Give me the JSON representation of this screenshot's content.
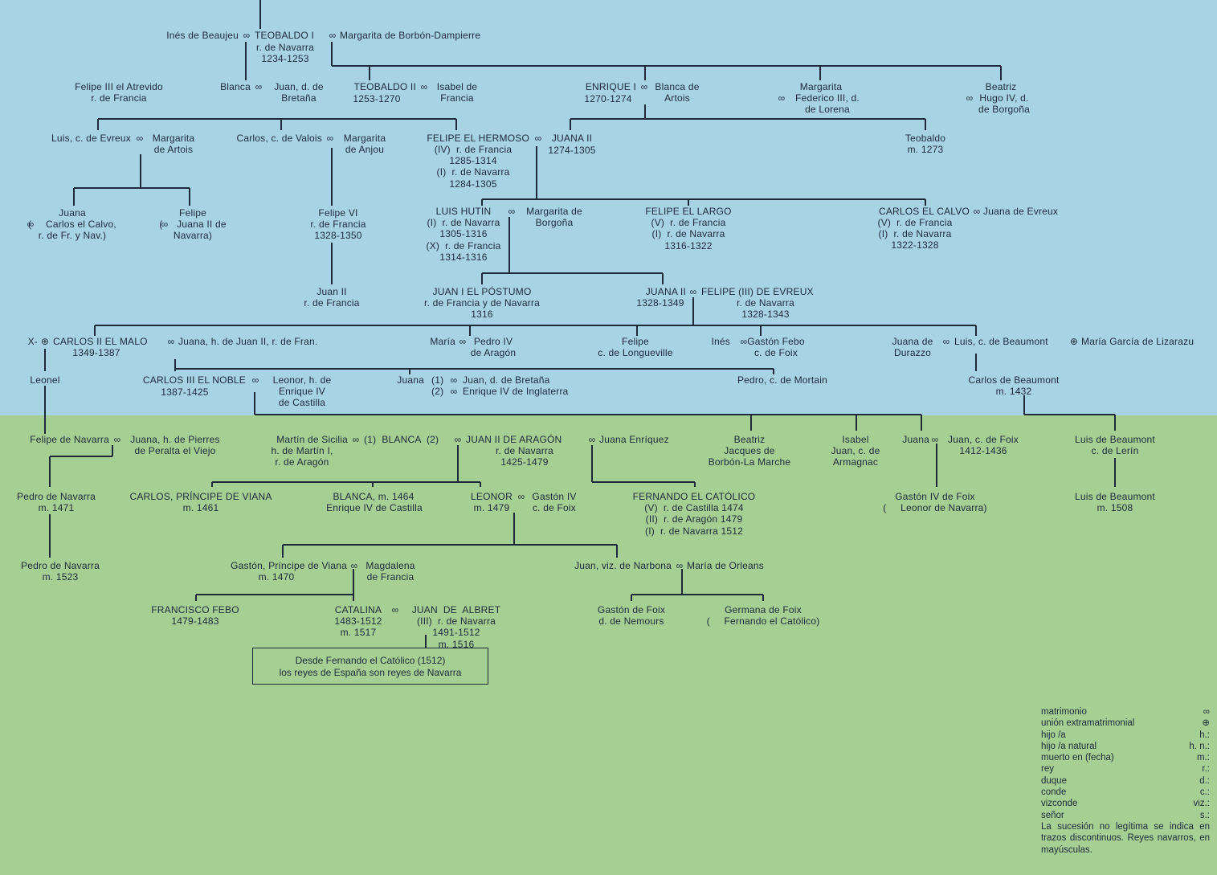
{
  "nodes": {
    "n01": "Inés de Beaujeu",
    "n02": "TEOBALDO I",
    "n03": "Margarita de Borbón-Dampierre",
    "n04": "r. de Navarra\n1234-1253",
    "n05": "Felipe III el Atrevido\nr. de Francia",
    "n06": "Blanca",
    "n07": "Juan, d. de\nBretaña",
    "n08": "TEOBALDO II",
    "n09": "Isabel de\nFrancia",
    "n10": "1253-1270",
    "n11": "ENRIQUE I",
    "n12": "Blanca de\nArtois",
    "n13": "1270-1274",
    "n14": "Margarita",
    "n15": "Federico III, d.\nde Lorena",
    "n16": "Beatriz",
    "n17": "Hugo IV, d.\nde Borgoña",
    "n18": "Luis, c. de Evreux",
    "n19": "Margarita\nde Artois",
    "n20": "Carlos, c. de Valois",
    "n21": "Margarita\nde Anjou",
    "n22": "FELIPE EL HERMOSO",
    "n23": "(IV)  r. de Francia\n1285-1314\n(I)  r. de Navarra\n1284-1305",
    "n24": "JUANA II",
    "n25": "1274-1305",
    "n26": "Teobaldo\nm. 1273",
    "n27": "Juana\n(     Carlos el Calvo,\nr. de Fr. y Nav.)",
    "n28": "Felipe\n(     Juana II de\nNavarra)",
    "n29": "Felipe VI\nr. de Francia\n1328-1350",
    "n30": "LUIS HUTIN\n(I)  r. de Navarra\n1305-1316\n(X)  r. de Francia\n1314-1316",
    "n31": "Margarita de\nBorgoña",
    "n32": "FELIPE EL LARGO\n(V)  r. de Francia\n(I)  r. de Navarra\n1316-1322",
    "n33": "CARLOS EL CALVO",
    "n34": "Juana de Evreux",
    "n35": "(V)  r. de Francia\n(I)  r. de Navarra\n1322-1328",
    "n36": "Juan II\nr. de Francia",
    "n37": "JUAN I EL PÓSTUMO\nr. de Francia y de Navarra\n1316",
    "n38": "JUANA II",
    "n39": "1328-1349",
    "n40": "FELIPE (III) DE EVREUX",
    "n41": "r. de Navarra\n1328-1343",
    "n42": "X-",
    "n43": "CARLOS II EL MALO",
    "n44": "Juana, h. de Juan II, r. de Fran.",
    "n45": "1349-1387",
    "n46": "María",
    "n47": "Pedro IV\nde Aragón",
    "n48": "Felipe\nc. de Longueville",
    "n49": "Inés",
    "n50": "Gastón Febo\nc. de Foix",
    "n51": "Juana de\nDurazzo",
    "n52": "Luis, c. de Beaumont",
    "n53": "María García de Lizarazu",
    "n54": "Leonel",
    "n55": "CARLOS III EL NOBLE",
    "n56": "Leonor, h. de\nEnrique IV\nde Castilla",
    "n57": "1387-1425",
    "n58": "Juana",
    "n59": "(1)",
    "n60": "Juan, d. de Bretaña",
    "n61": "(2)",
    "n62": "Enrique IV de Inglaterra",
    "n63": "Pedro, c. de Mortain",
    "n64": "Carlos de Beaumont\nm. 1432",
    "n65": "Felipe de Navarra",
    "n66": "Juana, h. de Pierres\nde Peralta el Viejo",
    "n67": "Martín de Sicilia",
    "n68": "h. de Martín I,\nr. de Aragón",
    "n69": "(1)  BLANCA  (2)",
    "n70": "JUAN II DE ARAGÓN",
    "n71": "Juana Enríquez",
    "n72": "r. de Navarra\n1425-1479",
    "n73": "Beatriz",
    "n74": "Jacques de\nBorbón-La Marche",
    "n75": "Isabel",
    "n76": "Juan, c. de\nArmagnac",
    "n77": "Juana",
    "n78": "Juan, c. de Foix\n1412-1436",
    "n79": "Luis de Beaumont\nc. de Lerín",
    "n80": "Pedro de Navarra\nm. 1471",
    "n81": "CARLOS, PRÍNCIPE DE VIANA\nm. 1461",
    "n82": "BLANCA, m. 1464",
    "n83": "Enrique IV de Castilla",
    "n84": "LEONOR\nm. 1479",
    "n85": "Gastón IV\nc. de Foix",
    "n86": "FERNANDO EL CATÓLICO\n(V)  r. de Castilla 1474\n(II)  r. de Aragón 1479\n(I)  r. de Navarra 1512",
    "n87": "Gastón IV de Foix",
    "n88": "(     Leonor de Navarra)",
    "n89": "Luis de Beaumont\nm. 1508",
    "n90": "Pedro de Navarra\nm. 1523",
    "n91": "Gastón, Príncipe de Viana",
    "n92": "m. 1470",
    "n93": "Magdalena\nde Francia",
    "n94": "Juan, viz. de Narbona",
    "n95": "María de Orleans",
    "n96": "FRANCISCO FEBO\n1479-1483",
    "n97": "CATALINA\n1483-1512\nm. 1517",
    "n98": "JUAN  DE  ALBRET\n(III)  r. de Navarra\n1491-1512\nm. 1516",
    "n99": "Gastón de Foix\nd. de Nemours",
    "n100": "Germana de Foix\n(     Fernando el Católico)"
  },
  "note": "Desde Fernando el Católico (1512)\nlos reyes de España son reyes de Navarra",
  "legend": {
    "rows": [
      {
        "label": "matrimonio",
        "abbr": ""
      },
      {
        "label": "unión extramatrimonial",
        "abbr": ""
      },
      {
        "label": "hijo /a",
        "abbr": "h.:"
      },
      {
        "label": "hijo /a natural",
        "abbr": "h. n.:"
      },
      {
        "label": "muerto en (fecha)",
        "abbr": "m.:"
      },
      {
        "label": "rey",
        "abbr": "r.:"
      },
      {
        "label": "duque",
        "abbr": "d.:"
      },
      {
        "label": "conde",
        "abbr": "c.:"
      },
      {
        "label": "vizconde",
        "abbr": "viz.:"
      },
      {
        "label": "señor",
        "abbr": "s.:"
      }
    ],
    "note": "La sucesión no legítima se indica en trazos discontinuos. Reyes navarros, en mayúsculas."
  },
  "colors": {
    "sky": "#a8d3e4",
    "green": "#a6cf94",
    "ink": "#1e2a3a"
  }
}
